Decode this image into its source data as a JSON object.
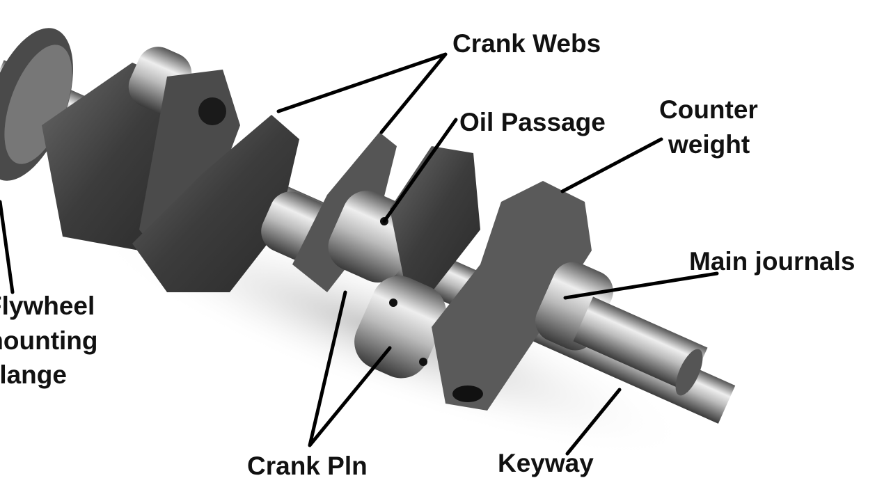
{
  "title": "Crankshaft parts",
  "labels": {
    "crank_webs": "Crank Webs",
    "oil_passage": "Oil Passage",
    "counter_weight_1": "Counter",
    "counter_weight_2": "weight",
    "main_journals": "Main journals",
    "flywheel_1": "Flywheel",
    "flywheel_2": "mounting",
    "flywheel_3": "flange",
    "crank_pin": "Crank Pln",
    "keyway": "Keyway"
  },
  "colors": {
    "metal_dark": "#3a3a3a",
    "metal_mid": "#6e6e6e",
    "metal_light": "#d8d8d8",
    "text": "#111111"
  }
}
